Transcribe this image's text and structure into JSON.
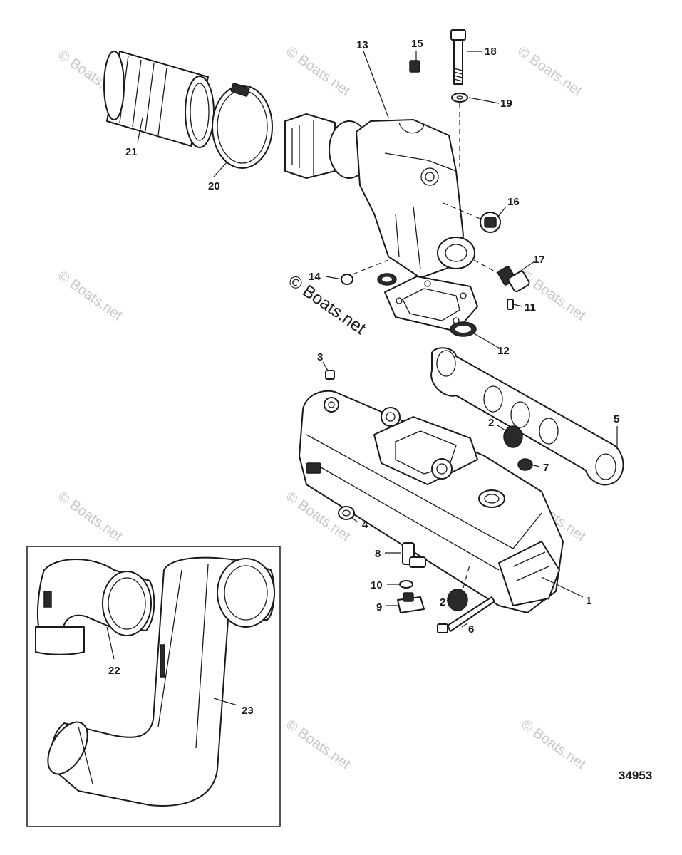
{
  "watermark": {
    "text": "© Boats.net"
  },
  "figure_number": "34953",
  "callouts": {
    "c1": "1",
    "c2a": "2",
    "c2b": "2",
    "c3": "3",
    "c4": "4",
    "c5": "5",
    "c6": "6",
    "c7": "7",
    "c8": "8",
    "c9": "9",
    "c10": "10",
    "c11": "11",
    "c12": "12",
    "c13": "13",
    "c14": "14",
    "c15": "15",
    "c16": "16",
    "c17": "17",
    "c18": "18",
    "c19": "19",
    "c20": "20",
    "c21": "21",
    "c22": "22",
    "c23": "23"
  }
}
